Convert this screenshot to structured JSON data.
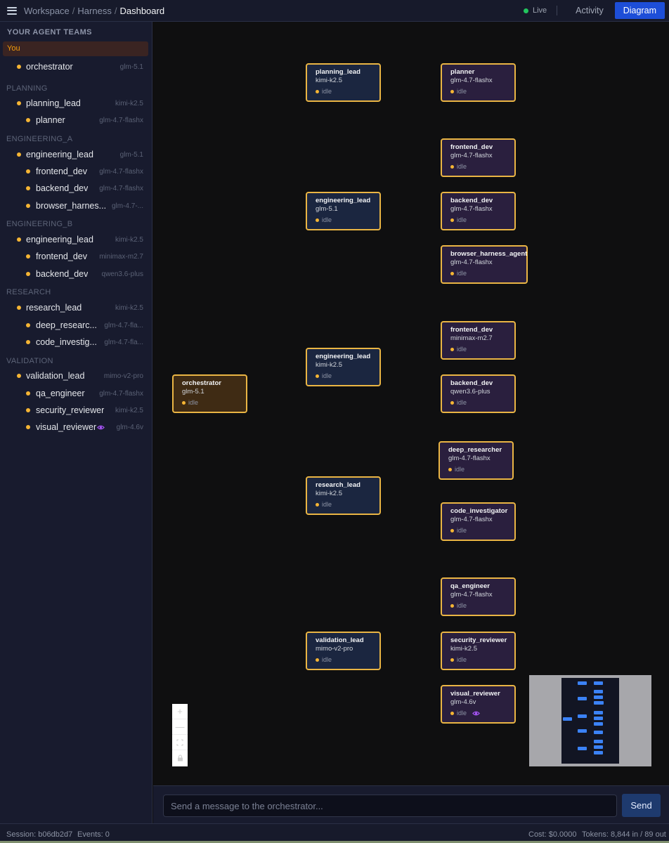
{
  "header": {
    "breadcrumbs": [
      "Workspace",
      "Harness",
      "Dashboard"
    ],
    "separator": "/",
    "live_label": "Live",
    "tabs": [
      {
        "label": "Activity",
        "active": false
      },
      {
        "label": "Diagram",
        "active": true
      }
    ]
  },
  "sidebar": {
    "title": "YOUR AGENT TEAMS",
    "you_label": "You",
    "orchestrator": {
      "name": "orchestrator",
      "model": "glm-5.1"
    },
    "groups": [
      {
        "name": "PLANNING",
        "agents": [
          {
            "name": "planning_lead",
            "model": "kimi-k2.5"
          },
          {
            "name": "planner",
            "model": "glm-4.7-flashx"
          }
        ]
      },
      {
        "name": "ENGINEERING_A",
        "agents": [
          {
            "name": "engineering_lead",
            "model": "glm-5.1"
          },
          {
            "name": "frontend_dev",
            "model": "glm-4.7-flashx"
          },
          {
            "name": "backend_dev",
            "model": "glm-4.7-flashx"
          },
          {
            "name": "browser_harnes...",
            "model": "glm-4.7-..."
          }
        ]
      },
      {
        "name": "ENGINEERING_B",
        "agents": [
          {
            "name": "engineering_lead",
            "model": "kimi-k2.5"
          },
          {
            "name": "frontend_dev",
            "model": "minimax-m2.7"
          },
          {
            "name": "backend_dev",
            "model": "qwen3.6-plus"
          }
        ]
      },
      {
        "name": "RESEARCH",
        "agents": [
          {
            "name": "research_lead",
            "model": "kimi-k2.5"
          },
          {
            "name": "deep_researc...",
            "model": "glm-4.7-fla..."
          },
          {
            "name": "code_investig...",
            "model": "glm-4.7-fla..."
          }
        ]
      },
      {
        "name": "VALIDATION",
        "agents": [
          {
            "name": "validation_lead",
            "model": "mimo-v2-pro"
          },
          {
            "name": "qa_engineer",
            "model": "glm-4.7-flashx"
          },
          {
            "name": "security_reviewer",
            "model": "kimi-k2.5"
          },
          {
            "name": "visual_reviewer",
            "model": "glm-4.6v"
          }
        ]
      }
    ]
  },
  "diagram": {
    "status_label": "idle",
    "nodes": {
      "orchestrator": {
        "name": "orchestrator",
        "model": "glm-5.1"
      },
      "planning_lead": {
        "name": "planning_lead",
        "model": "kimi-k2.5"
      },
      "planner": {
        "name": "planner",
        "model": "glm-4.7-flashx"
      },
      "engineering_lead_a": {
        "name": "engineering_lead",
        "model": "glm-5.1"
      },
      "frontend_dev_a": {
        "name": "frontend_dev",
        "model": "glm-4.7-flashx"
      },
      "backend_dev_a": {
        "name": "backend_dev",
        "model": "glm-4.7-flashx"
      },
      "browser_harness_agent": {
        "name": "browser_harness_agent",
        "model": "glm-4.7-flashx"
      },
      "engineering_lead_b": {
        "name": "engineering_lead",
        "model": "kimi-k2.5"
      },
      "frontend_dev_b": {
        "name": "frontend_dev",
        "model": "minimax-m2.7"
      },
      "backend_dev_b": {
        "name": "backend_dev",
        "model": "qwen3.6-plus"
      },
      "research_lead": {
        "name": "research_lead",
        "model": "kimi-k2.5"
      },
      "deep_researcher": {
        "name": "deep_researcher",
        "model": "glm-4.7-flashx"
      },
      "code_investigator": {
        "name": "code_investigator",
        "model": "glm-4.7-flashx"
      },
      "validation_lead": {
        "name": "validation_lead",
        "model": "mimo-v2-pro"
      },
      "qa_engineer": {
        "name": "qa_engineer",
        "model": "glm-4.7-flashx"
      },
      "security_reviewer": {
        "name": "security_reviewer",
        "model": "kimi-k2.5"
      },
      "visual_reviewer": {
        "name": "visual_reviewer",
        "model": "glm-4.6v"
      }
    },
    "controls": {
      "zoom_in": "+",
      "zoom_out": "—",
      "fit": "⛶",
      "lock": "🔒"
    }
  },
  "composer": {
    "placeholder": "Send a message to the orchestrator...",
    "value": "",
    "send_label": "Send"
  },
  "status_bar": {
    "session": "Session: b06db2d7",
    "events": "Events: 0",
    "cost": "Cost: $0.0000",
    "tokens": "Tokens: 8,844 in / 89 out"
  },
  "colors": {
    "accent": "#1d4ed8",
    "node_border": "#eab544",
    "status_dot": "#f5b534",
    "live_dot": "#22c55e",
    "minimap_node": "#3b82f6"
  },
  "icons": {
    "menu": "hamburger-icon",
    "vision": "eye-icon",
    "lock": "lock-icon"
  }
}
